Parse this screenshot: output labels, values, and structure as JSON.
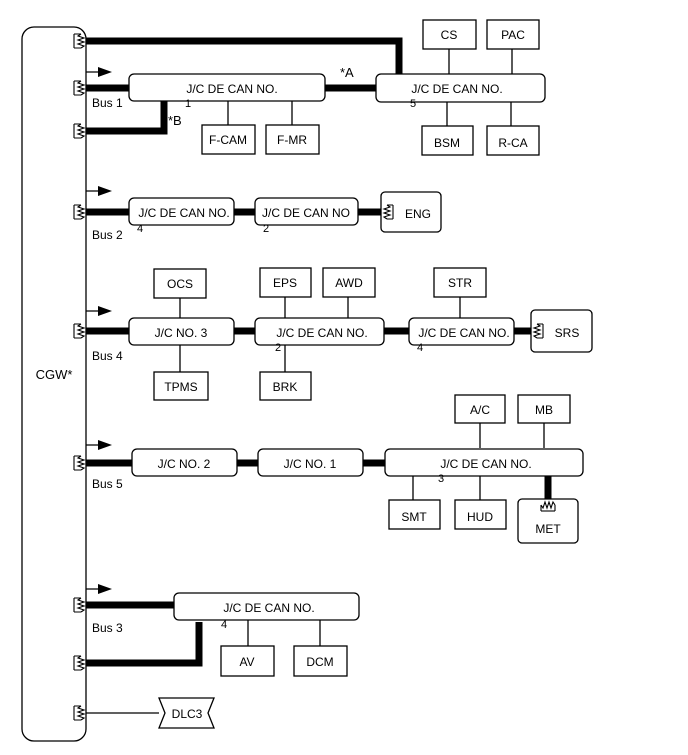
{
  "gateway": {
    "label": "CGW*"
  },
  "buses": [
    {
      "label": "Bus 1"
    },
    {
      "label": "Bus 2"
    },
    {
      "label": "Bus 4"
    },
    {
      "label": "Bus 5"
    },
    {
      "label": "Bus 3"
    }
  ],
  "callouts": [
    {
      "label": "*A"
    },
    {
      "label": "*B"
    }
  ],
  "junctions": [
    {
      "line1": "J/C DE CAN NO.",
      "line2": "1"
    },
    {
      "line1": "J/C DE CAN NO.",
      "line2": "5"
    },
    {
      "line1": "J/C DE CAN NO.",
      "line2": "4"
    },
    {
      "line1": "J/C DE CAN NO",
      "line2": "2"
    },
    {
      "line1": "J/C NO. 3",
      "line2": ""
    },
    {
      "line1": "J/C DE CAN NO.",
      "line2": "2"
    },
    {
      "line1": "J/C DE CAN NO.",
      "line2": "4"
    },
    {
      "line1": "J/C NO. 2",
      "line2": ""
    },
    {
      "line1": "J/C NO. 1",
      "line2": ""
    },
    {
      "line1": "J/C DE CAN NO.",
      "line2": "3"
    },
    {
      "line1": "J/C DE CAN NO.",
      "line2": "4"
    }
  ],
  "ecus": [
    {
      "label": "CS"
    },
    {
      "label": "PAC"
    },
    {
      "label": "F-CAM"
    },
    {
      "label": "F-MR"
    },
    {
      "label": "BSM"
    },
    {
      "label": "R-CA"
    },
    {
      "label": "ENG"
    },
    {
      "label": "OCS"
    },
    {
      "label": "EPS"
    },
    {
      "label": "AWD"
    },
    {
      "label": "STR"
    },
    {
      "label": "TPMS"
    },
    {
      "label": "BRK"
    },
    {
      "label": "SRS"
    },
    {
      "label": "A/C"
    },
    {
      "label": "MB"
    },
    {
      "label": "SMT"
    },
    {
      "label": "HUD"
    },
    {
      "label": "MET"
    },
    {
      "label": "AV"
    },
    {
      "label": "DCM"
    }
  ],
  "connector": {
    "label": "DLC3"
  }
}
